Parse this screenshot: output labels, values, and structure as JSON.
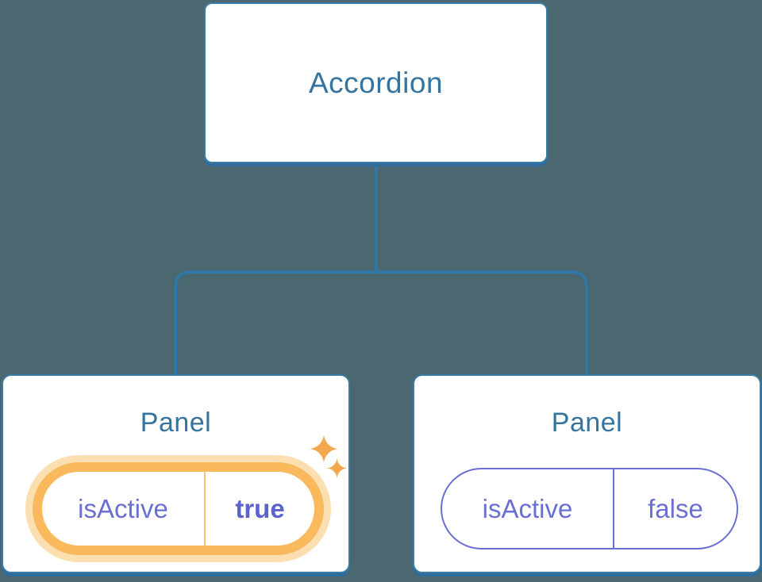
{
  "colors": {
    "background": "#4B6770",
    "surface": "#FFFFFF",
    "box-border": "#3A7CA5",
    "box-shadow": "#2F6B9C",
    "box-text": "#35749E",
    "connector": "#2F77A7",
    "state-purple": "#6A6FD4",
    "state-purple-bold": "#5B62CC",
    "highlight-orange": "#F9B95C",
    "highlight-halo": "#FBDFB1",
    "highlight-divider": "#F7C377",
    "sparkle": "#F3A84D"
  },
  "tree": {
    "root": {
      "label": "Accordion"
    },
    "children": [
      {
        "label": "Panel",
        "state": {
          "name": "isActive",
          "value": "true"
        },
        "highlighted": true
      },
      {
        "label": "Panel",
        "state": {
          "name": "isActive",
          "value": "false"
        },
        "highlighted": false
      }
    ]
  },
  "icons": {
    "sparkle_large": "sparkle-icon",
    "sparkle_small": "sparkle-icon"
  }
}
